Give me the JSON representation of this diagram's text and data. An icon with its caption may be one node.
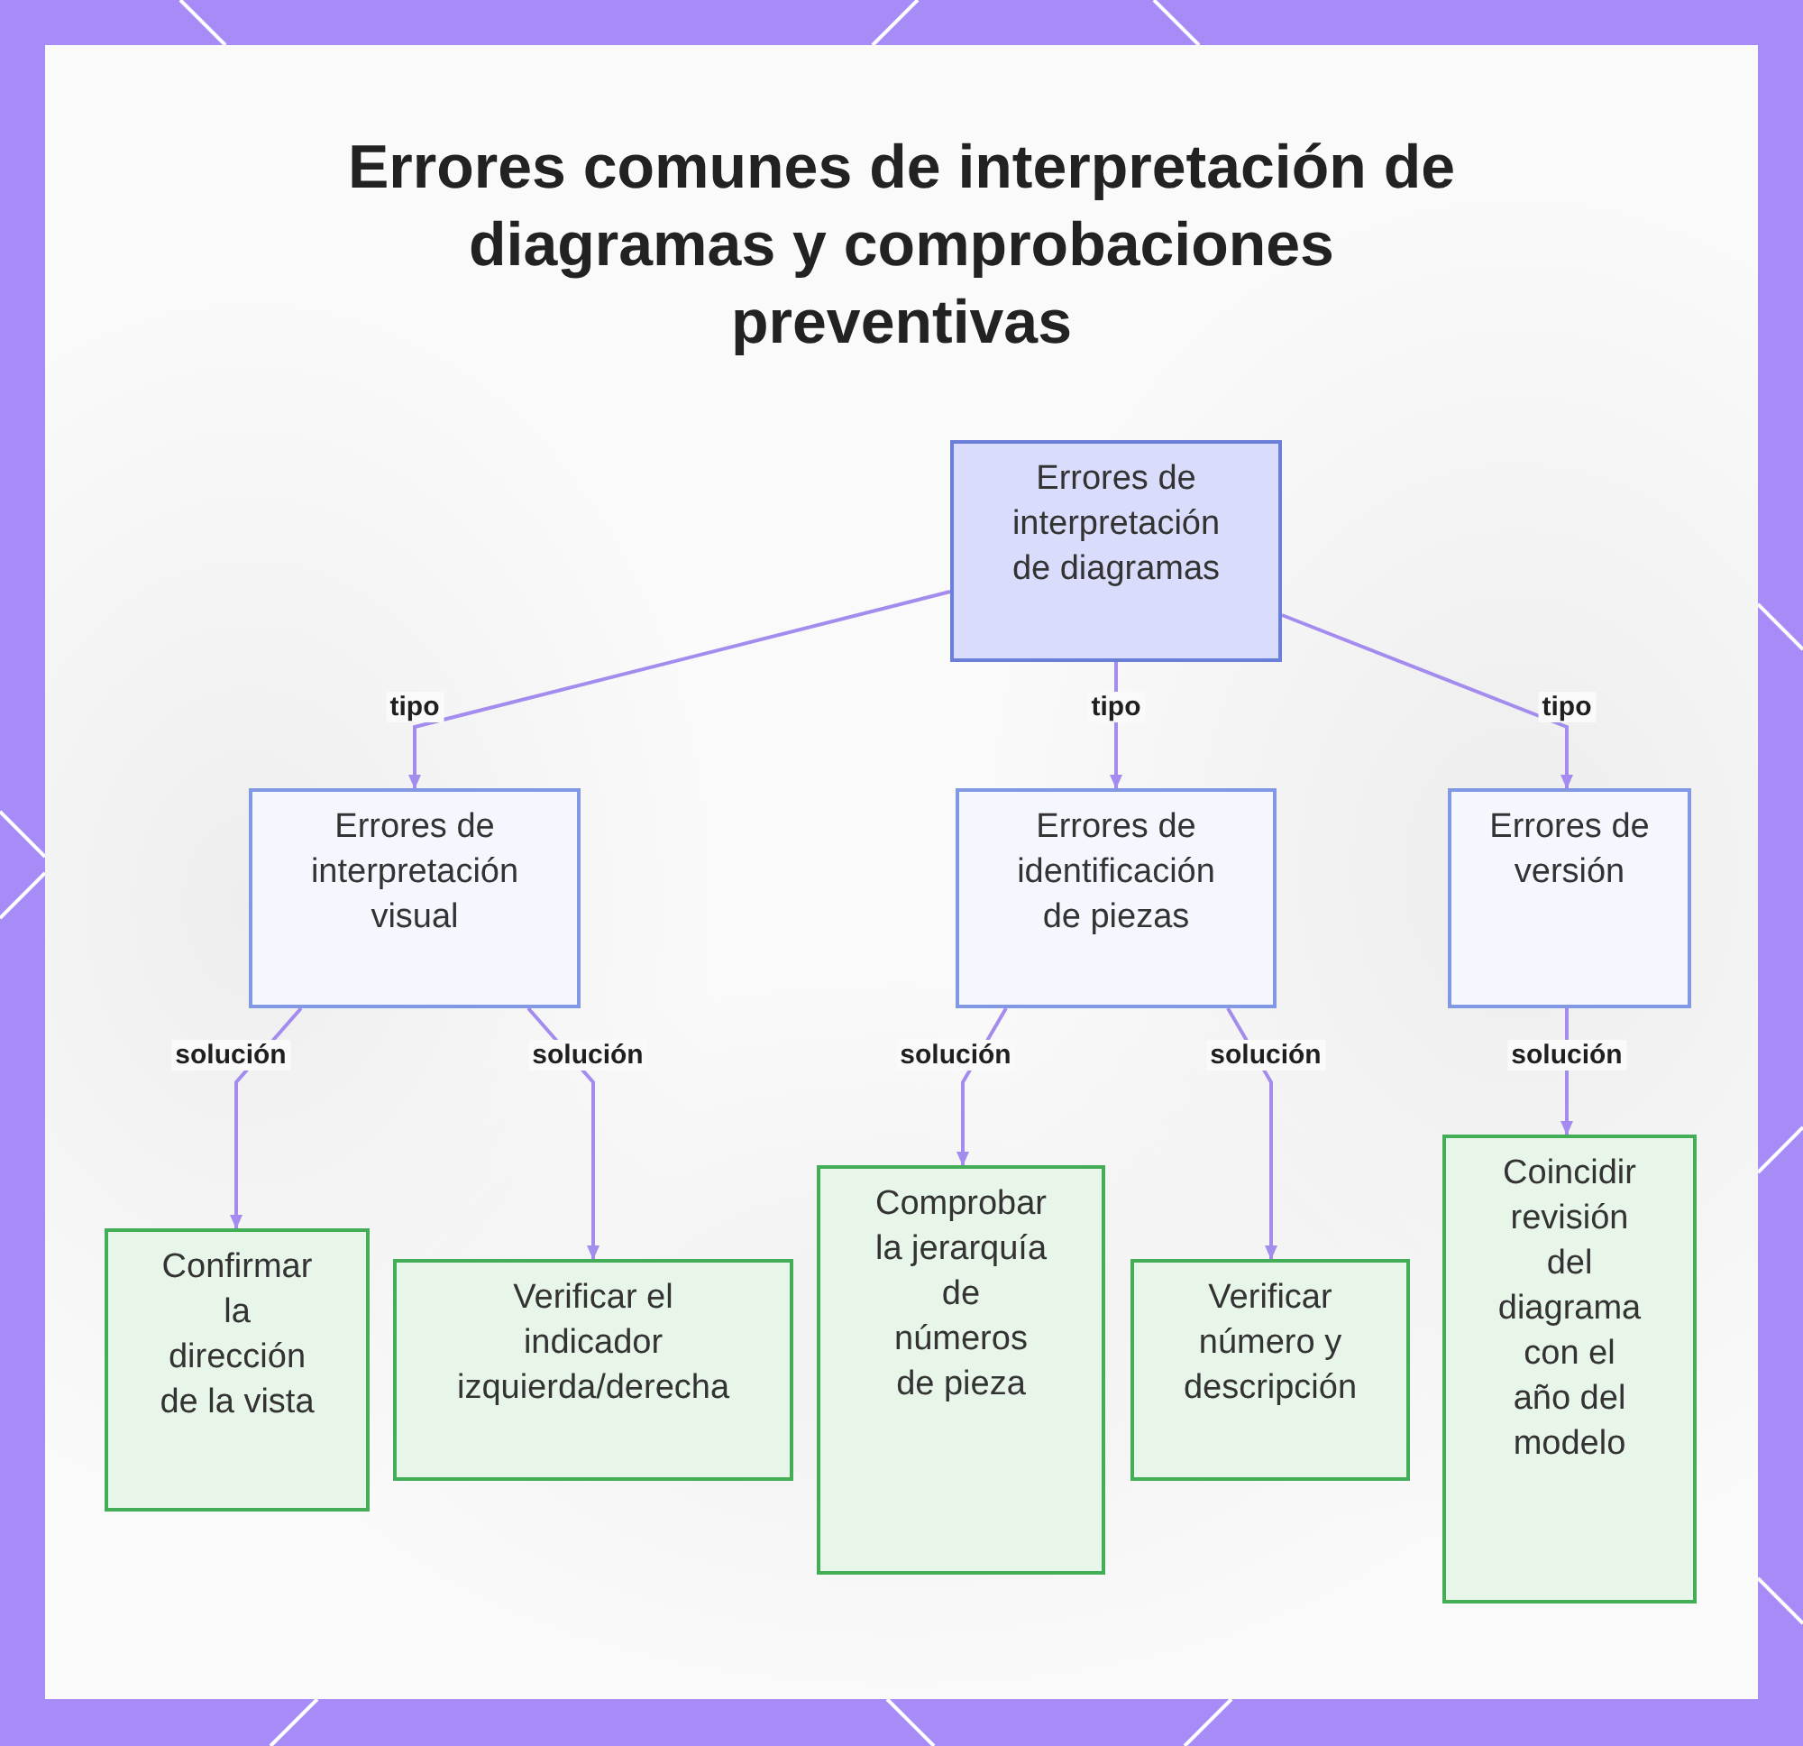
{
  "diagram": {
    "title": "Errores comunes de interpretación de diagramas y comprobaciones preventivas",
    "nodes": [
      {
        "text": [
          "Errores de interpretación de diagramas"
        ]
      },
      {
        "text": [
          "Errores de interpretación visual"
        ]
      },
      {
        "text": [
          "Errores de identificación de piezas"
        ]
      },
      {
        "text": [
          "Errores de versión"
        ]
      },
      {
        "text": [
          "Confirmar la dirección de la vista"
        ]
      },
      {
        "text": [
          "Verificar el indicador izquierda/derecha"
        ]
      },
      {
        "text": [
          "Comprobar la jerarquía de números de pieza"
        ]
      },
      {
        "text": [
          "Verificar número y descripción"
        ]
      },
      {
        "text": [
          "Coincidir revisión del diagrama con el año del modelo"
        ]
      }
    ],
    "edges": [
      {
        "from": 0,
        "to": 1,
        "arrow": "to",
        "label": "tipo"
      },
      {
        "from": 0,
        "to": 2,
        "arrow": "to",
        "label": "tipo"
      },
      {
        "from": 0,
        "to": 3,
        "arrow": "to",
        "label": "tipo"
      },
      {
        "from": 1,
        "to": 4,
        "arrow": "to",
        "label": "solución"
      },
      {
        "from": 1,
        "to": 5,
        "arrow": "to",
        "label": "solución"
      },
      {
        "from": 2,
        "to": 6,
        "arrow": "to",
        "label": "solución"
      },
      {
        "from": 2,
        "to": 7,
        "arrow": "to",
        "label": "solución"
      },
      {
        "from": 3,
        "to": 8,
        "arrow": "to",
        "label": "solución"
      }
    ]
  }
}
